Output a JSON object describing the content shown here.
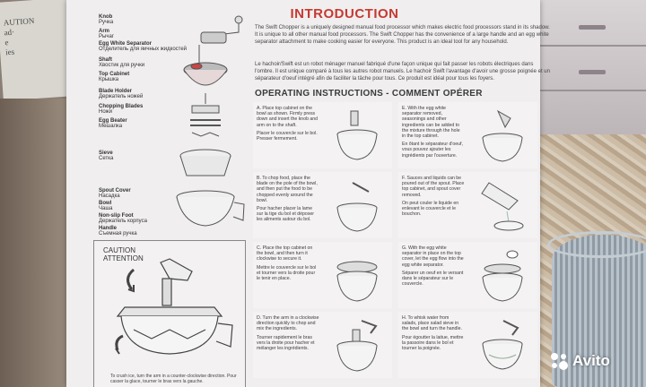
{
  "background": {
    "newspaper_text": [
      "AUTION",
      "ad·",
      "e",
      "ies"
    ]
  },
  "parts": [
    {
      "en": "Knob",
      "ru": "Ручка"
    },
    {
      "en": "Arm",
      "ru": "Рычаг"
    },
    {
      "en": "Egg White Separator",
      "ru": "Отделитель для яичных жидкостей"
    },
    {
      "en": "Shaft",
      "ru": "Хвостик для ручки"
    },
    {
      "en": "Top Cabinet",
      "ru": "Крышка"
    },
    {
      "en": "Blade Holder",
      "ru": "Держатель ножей"
    },
    {
      "en": "Chopping Blades",
      "ru": "Ножи"
    },
    {
      "en": "Egg Beater",
      "ru": "Мешалка"
    },
    {
      "en": "Sieve",
      "ru": "Сетка"
    },
    {
      "en": "Spout Cover",
      "ru": "Насадка"
    },
    {
      "en": "Bowl",
      "ru": "Чаша"
    },
    {
      "en": "Non-slip Foot",
      "ru": "Держатель корпуса"
    },
    {
      "en": "Handle",
      "ru": "Съемная ручка"
    }
  ],
  "caution": {
    "title_en": "CAUTION",
    "title_fr": "ATTENTION",
    "caption": "To crush ice, turn the arm in a counter-clockwise direction. Pour casser la glace, tourner le bras vers la gauche."
  },
  "intro": {
    "title": "INTRODUCTION",
    "p1": "The Swift Chopper is a uniquely designed manual food processor which makes electric food processors stand in its shadow. It is unique to all other manual food processors. The Swift Chopper has the convenience of a large handle and an egg white separator attachment to make cooking easier for everyone. This product is an ideal tool for any household.",
    "p2": "Le hachoir/Swift est un robot ménager manuel fabriqué d'une façon unique qui fait passer les robots électriques dans l'ombre. Il est unique comparé à tous les autres robot manuels. Le hachoir Swift l'avantage d'avoir une grosse poignée et un séparateur d'oeuf intégré afin de faciliter la tâche pour tous. Ce produit est idéal pour tous les foyers."
  },
  "operating_title": "OPERATING INSTRUCTIONS - COMMENT OPÉRER",
  "steps": [
    {
      "label": "A.",
      "en": "Place top cabinet on the bowl as shown. Firmly press down and insert the knob and arm on to the shaft.",
      "fr": "Placer le couvercle sur le bol. Presser fermement."
    },
    {
      "label": "B.",
      "en": "To chop food, place the blade on the pole of the bowl, and then put the food to be chopped evenly around the bowl.",
      "fr": "Pour hacher placer la lame sur la tige du bol et déposer les aliments autour du bol."
    },
    {
      "label": "C.",
      "en": "Place the top cabinet on the bowl, and then turn it clockwise to secure it.",
      "fr": "Mettre le couvercle sur le bol et tourner vers la droite pour le tenir en place."
    },
    {
      "label": "D.",
      "en": "Turn the arm in a clockwise direction quickly to chop and mix the ingredients.",
      "fr": "Tourner rapidement le bras vers la droite pour hacher et mélanger les ingrédients."
    },
    {
      "label": "E.",
      "en": "With the egg white separator removed, seasonings and other ingredients can be added to the mixture through the hole in the top cabinet.",
      "fr": "En ôtant le séparateur d'oeuf, vous pouvez ajouter les ingrédients par l'ouverture."
    },
    {
      "label": "F.",
      "en": "Sauces and liquids can be poured out of the spout. Place top cabinet, and spout cover removed.",
      "fr": "On peut couler le liquide en enlevant le couvercle et le bouchon."
    },
    {
      "label": "G.",
      "en": "With the egg white separator in place on the top cover, let the egg flow into the egg white separator.",
      "fr": "Séparer un oeuf en le versant dans le séparateur sur le couvercle."
    },
    {
      "label": "H.",
      "en": "To whisk water from salads, place salad sieve in the bowl and turn the handle.",
      "fr": "Pour égoutter la laitue, mettre la passoire dans le bol et tourner la poignée."
    }
  ],
  "watermark": {
    "text": "Avito"
  }
}
